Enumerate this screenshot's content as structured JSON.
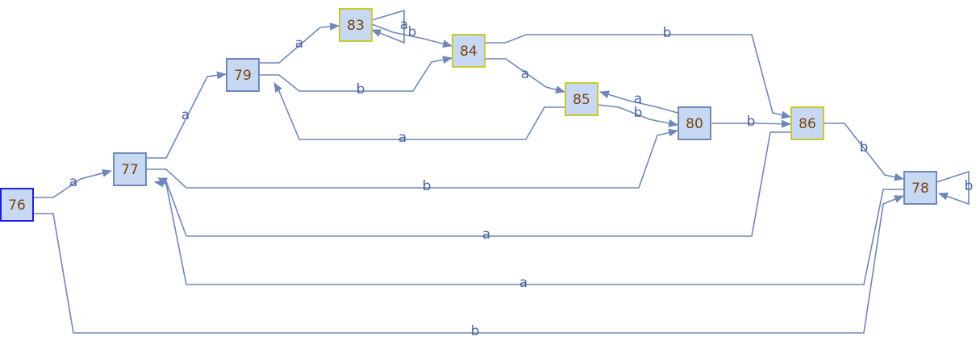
{
  "colors": {
    "node_fill": "#c7d8f2",
    "initial_border": "#1f1fe0",
    "accepting_border": "#c8c832",
    "normal_border": "#6f87b9",
    "edge": "#6f87b9",
    "label": "#4a62a4",
    "node_text": "#7b4311"
  },
  "nodes": [
    {
      "id": "76",
      "label": "76",
      "kind": "initial"
    },
    {
      "id": "77",
      "label": "77",
      "kind": "normal"
    },
    {
      "id": "79",
      "label": "79",
      "kind": "normal"
    },
    {
      "id": "83",
      "label": "83",
      "kind": "accepting"
    },
    {
      "id": "84",
      "label": "84",
      "kind": "accepting"
    },
    {
      "id": "85",
      "label": "85",
      "kind": "accepting"
    },
    {
      "id": "80",
      "label": "80",
      "kind": "normal"
    },
    {
      "id": "86",
      "label": "86",
      "kind": "accepting"
    },
    {
      "id": "78",
      "label": "78",
      "kind": "normal"
    }
  ],
  "edges": [
    {
      "id": "e76-77",
      "from": "76",
      "to": "77",
      "label": "a"
    },
    {
      "id": "e76-78",
      "from": "76",
      "to": "78",
      "label": "b"
    },
    {
      "id": "e77-79",
      "from": "77",
      "to": "79",
      "label": "a"
    },
    {
      "id": "e77-80",
      "from": "77",
      "to": "80",
      "label": "b"
    },
    {
      "id": "e79-83",
      "from": "79",
      "to": "83",
      "label": "a"
    },
    {
      "id": "e79-84",
      "from": "79",
      "to": "84",
      "label": "b"
    },
    {
      "id": "e83-83",
      "from": "83",
      "to": "83",
      "label": "a"
    },
    {
      "id": "e83-84",
      "from": "83",
      "to": "84",
      "label": "b"
    },
    {
      "id": "e84-85",
      "from": "84",
      "to": "85",
      "label": "a"
    },
    {
      "id": "e84-86",
      "from": "84",
      "to": "86",
      "label": "b"
    },
    {
      "id": "e85-79",
      "from": "85",
      "to": "79",
      "label": "a"
    },
    {
      "id": "e85-80",
      "from": "85",
      "to": "80",
      "label": "b"
    },
    {
      "id": "e80-85",
      "from": "80",
      "to": "85",
      "label": "a"
    },
    {
      "id": "e80-86",
      "from": "80",
      "to": "86",
      "label": "b"
    },
    {
      "id": "e86-77",
      "from": "86",
      "to": "77",
      "label": "a"
    },
    {
      "id": "e86-78",
      "from": "86",
      "to": "78",
      "label": "b"
    },
    {
      "id": "e78-77",
      "from": "78",
      "to": "77",
      "label": "a"
    },
    {
      "id": "e78-78",
      "from": "78",
      "to": "78",
      "label": "b"
    }
  ]
}
